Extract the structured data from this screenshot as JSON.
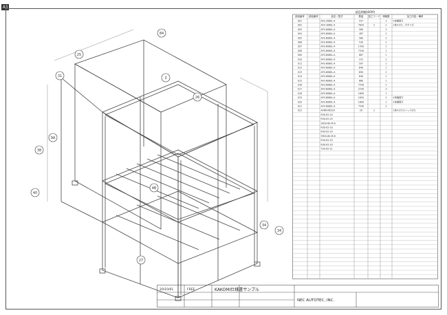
{
  "sheet_tag": "A3",
  "bom": {
    "title": "部品明細(BOM)",
    "headers": [
      "部品番号",
      "部品番号",
      "品名／型式",
      "数量",
      "加工コード",
      "明細数",
      "加工内容／備考"
    ],
    "rows": [
      [
        "001",
        "AFS-3060L-A",
        "537",
        "",
        "2",
        "4本線張り"
      ],
      [
        "002",
        "AFS-3060L-A",
        "7620",
        "2",
        "2",
        "2本4,5穴、穴サイズ"
      ],
      [
        "003",
        "AFS-6060L-A",
        "580",
        "",
        "2",
        ""
      ],
      [
        "004",
        "AFS-6060L-A",
        "487",
        "",
        "2",
        ""
      ],
      [
        "005",
        "AFS-6060L-A",
        "580",
        "",
        "2",
        ""
      ],
      [
        "006",
        "AFS-6060L-A",
        "530",
        "",
        "2",
        ""
      ],
      [
        "007",
        "AFS-6060L-A",
        "1430",
        "",
        "1",
        ""
      ],
      [
        "008",
        "AFS-6060L-A",
        "7540",
        "",
        "2",
        ""
      ],
      [
        "009",
        "AFS-6060L-A",
        "887",
        "",
        "1",
        ""
      ],
      [
        "010",
        "AFS-6060L-A",
        "231",
        "",
        "2",
        ""
      ],
      [
        "011",
        "AFS-6060L-A",
        "597",
        "",
        "1",
        ""
      ],
      [
        "012",
        "AFS-6060L-A",
        "640",
        "",
        "1",
        ""
      ],
      [
        "013",
        "AFS-6060L-A",
        "650",
        "",
        "2",
        ""
      ],
      [
        "014",
        "AFS-6060L-A",
        "840",
        "",
        "1",
        ""
      ],
      [
        "015",
        "AFS-6060L-A",
        "860",
        "",
        "1",
        ""
      ],
      [
        "016",
        "AFS-6060L-A",
        "7540",
        "",
        "2",
        ""
      ],
      [
        "017",
        "AFS-6060L-A",
        "2240",
        "",
        "3",
        ""
      ],
      [
        "018",
        "AFS-6060L-A",
        "1690",
        "",
        "1",
        ""
      ],
      [
        "019",
        "AFS-6060L-A",
        "1620",
        "",
        "2",
        "4本線張り"
      ],
      [
        "020",
        "AFS-6060L-A",
        "1690",
        "",
        "1",
        "4本線張り"
      ],
      [
        "021",
        "AFS-6060L-A",
        "7540",
        "",
        "2",
        ""
      ],
      [
        "022",
        "AFBR-K6020",
        "28",
        "2",
        "",
        "2本4,5穴ストッパ(穴)"
      ]
    ],
    "extra_codes": [
      "R30-05-20",
      "R30-05-20",
      "SR20-60-M-8",
      "R30-05-20",
      "R30-05-20",
      "SR20-60-M-8",
      "R30-05-20",
      "R30-05-20",
      "T30-05-12"
    ]
  },
  "callouts": [
    "84",
    "25",
    "31",
    "3",
    "34",
    "27",
    "26",
    "34",
    "38",
    "9A",
    "4B",
    "40"
  ],
  "title_block": {
    "date": "20/10/01",
    "free": "FREE",
    "name": "KAKOMI仕様書サンプル",
    "company": "NEC AUTOTEC, INC."
  }
}
